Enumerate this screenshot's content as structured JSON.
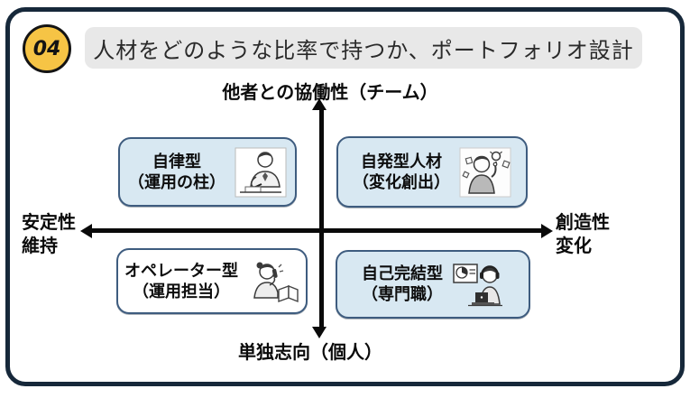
{
  "slide": {
    "badge_number": "04",
    "title": "人材をどのような比率で持つか、ポートフォリオ設計"
  },
  "axes": {
    "top_label": "他者との協働性（チーム）",
    "bottom_label": "単独志向（個人）",
    "left_label_line1": "安定性",
    "left_label_line2": "維持",
    "right_label_line1": "創造性",
    "right_label_line2": "変化"
  },
  "quadrants": {
    "top_left": {
      "title": "自律型",
      "subtitle": "（運用の柱）",
      "icon": "writing-person-icon"
    },
    "top_right": {
      "title": "自発型人材",
      "subtitle": "（変化創出）",
      "icon": "idea-person-icon"
    },
    "bottom_left": {
      "title": "オペレーター型",
      "subtitle": "（運用担当）",
      "icon": "phone-operator-icon"
    },
    "bottom_right": {
      "title": "自己完結型",
      "subtitle": "（専門職）",
      "icon": "headphones-laptop-icon"
    }
  },
  "colors": {
    "frame_border": "#16283a",
    "badge_fill": "#f6c445",
    "title_bar_bg": "#e8e8e8",
    "quadrant_fill_blue": "#d8e8f2",
    "quadrant_fill_white": "#ffffff",
    "quadrant_border": "#3e5c7f",
    "axis_color": "#0a0a0a"
  }
}
